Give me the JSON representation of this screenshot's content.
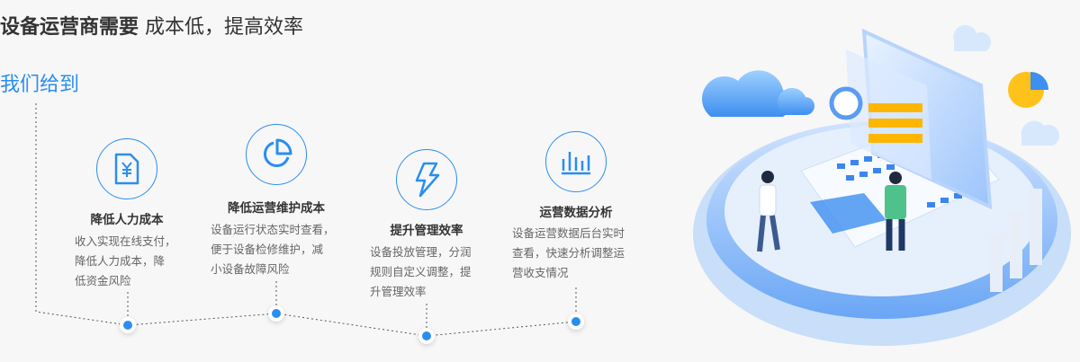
{
  "header": {
    "title_bold": "设备运营商需要",
    "title_normal": "成本低，提高效率",
    "subtitle": "我们给到"
  },
  "accent": "#2a8ef0",
  "features": [
    {
      "icon": "yen-document-icon",
      "title": "降低人力成本",
      "desc": [
        "收入实现在线支付，",
        "降低人力成本，降",
        "低资金风险"
      ]
    },
    {
      "icon": "pie-chart-icon",
      "title": "降低运营维护成本",
      "desc": [
        "设备运行状态实时查看，",
        "便于设备检修维护，减",
        "小设备故障风险"
      ]
    },
    {
      "icon": "lightning-icon",
      "title": "提升管理效率",
      "desc": [
        "设备投放管理，分润",
        "规则自定义调整，提",
        "升管理效率"
      ]
    },
    {
      "icon": "bar-chart-icon",
      "title": "运营数据分析",
      "desc": [
        "设备运营数据后台实时",
        "查看，快速分析调整运",
        "营收支情况"
      ]
    }
  ]
}
